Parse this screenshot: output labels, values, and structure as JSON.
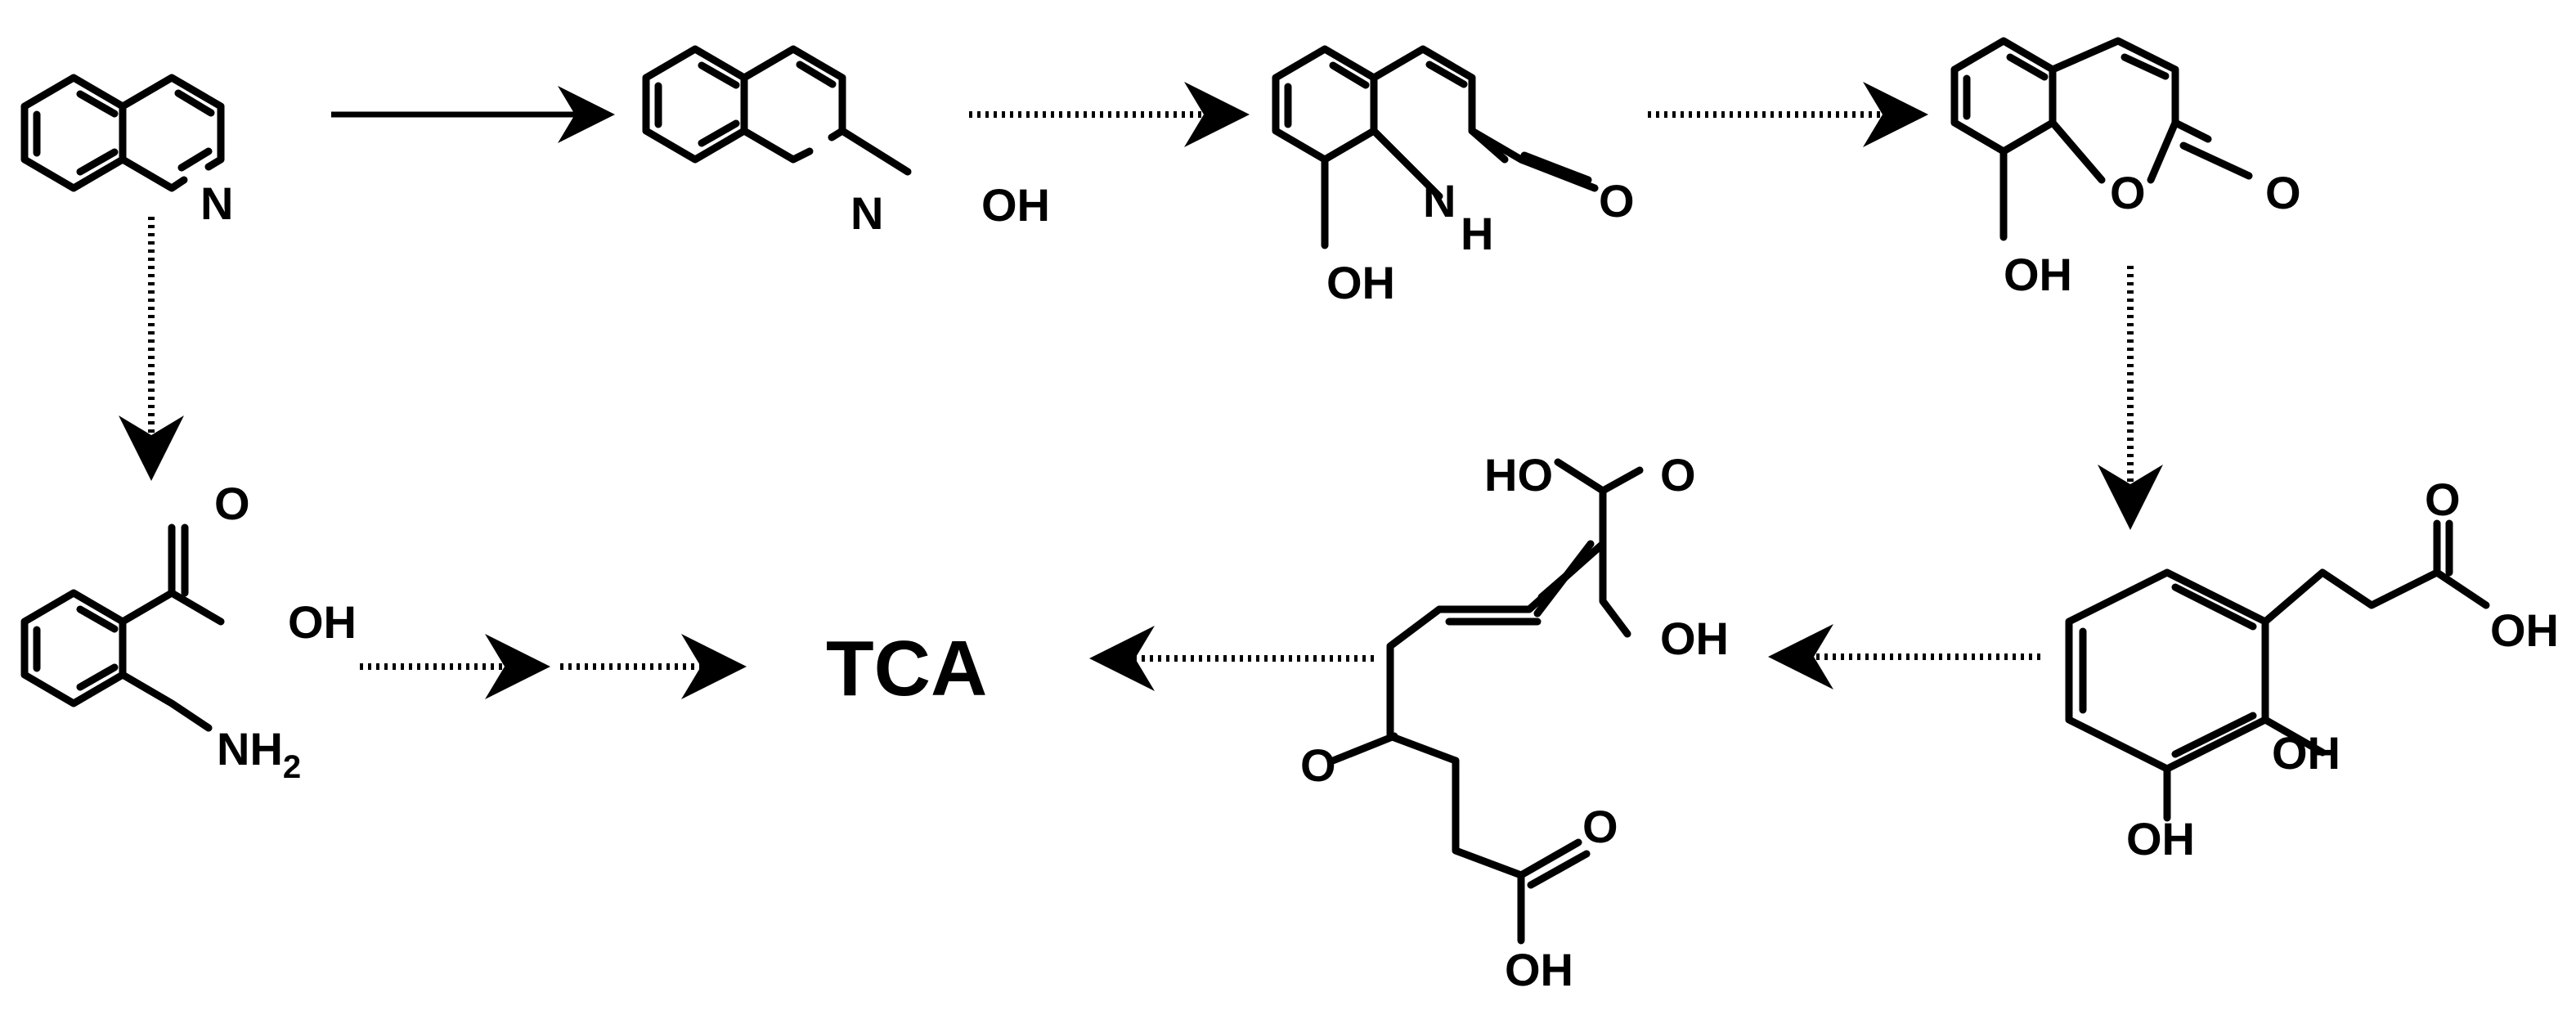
{
  "labels": {
    "n": "N",
    "oh": "OH",
    "o": "O",
    "h": "H",
    "ho": "HO",
    "nh2_main": "NH",
    "nh2_sub": "2",
    "tca": "TCA"
  }
}
